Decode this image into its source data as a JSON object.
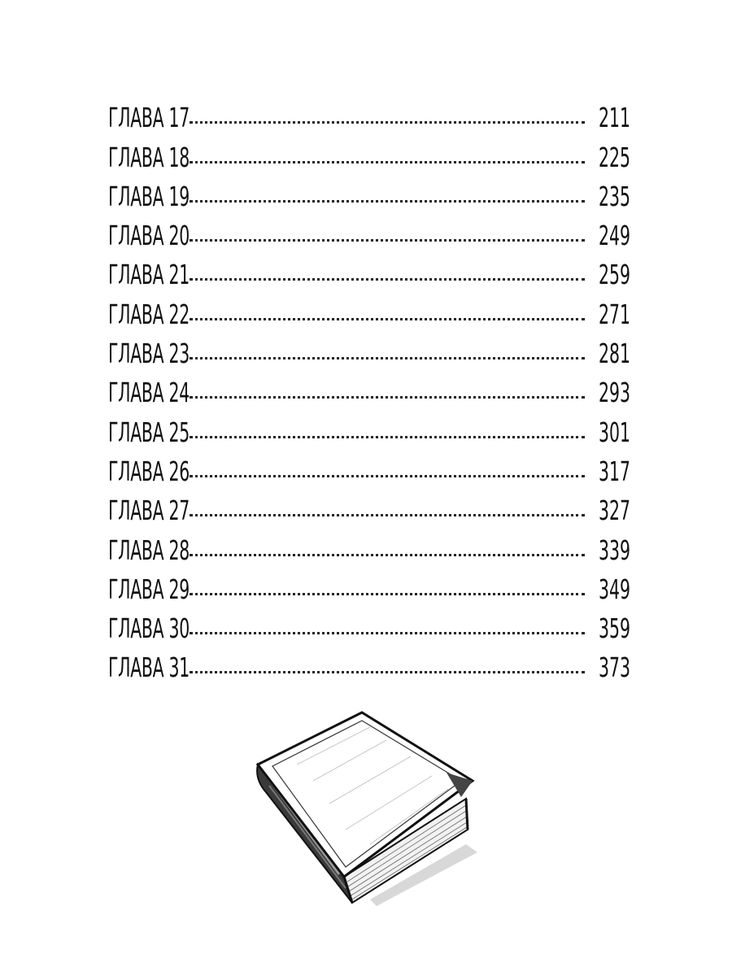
{
  "toc": {
    "entries": [
      {
        "chapter": "ГЛАВА 17",
        "page": "211"
      },
      {
        "chapter": "ГЛАВА 18",
        "page": "225"
      },
      {
        "chapter": "ГЛАВА 19",
        "page": "235"
      },
      {
        "chapter": "ГЛАВА 20",
        "page": "249"
      },
      {
        "chapter": "ГЛАВА 21",
        "page": "259"
      },
      {
        "chapter": "ГЛАВА 22",
        "page": "271"
      },
      {
        "chapter": "ГЛАВА 23",
        "page": "281"
      },
      {
        "chapter": "ГЛАВА 24",
        "page": "293"
      },
      {
        "chapter": "ГЛАВА 25",
        "page": "301"
      },
      {
        "chapter": "ГЛАВА 26",
        "page": "317"
      },
      {
        "chapter": "ГЛАВА 27",
        "page": "327"
      },
      {
        "chapter": "ГЛАВА 28",
        "page": "339"
      },
      {
        "chapter": "ГЛАВА 29",
        "page": "349"
      },
      {
        "chapter": "ГЛАВА 30",
        "page": "359"
      },
      {
        "chapter": "ГЛАВА 31",
        "page": "373"
      }
    ]
  },
  "illustration": {
    "icon": "book-icon"
  }
}
